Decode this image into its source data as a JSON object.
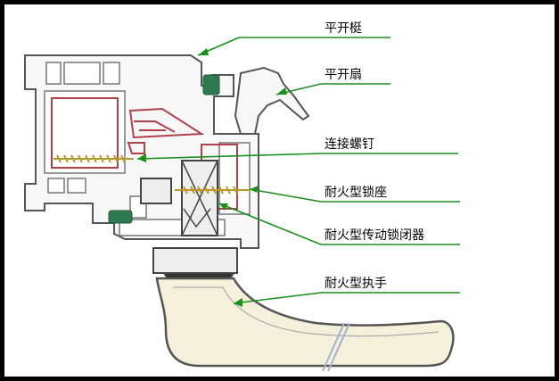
{
  "labels": {
    "casement_frame": "平开梃",
    "casement_sash": "平开扇",
    "connecting_screw": "连接螺钉",
    "fireproof_lock_seat": "耐火型锁座",
    "fireproof_transmission_lock": "耐火型传动锁闭器",
    "fireproof_handle": "耐火型执手"
  },
  "colors": {
    "leader_line": "#1a8f1a",
    "profile_outline": "#555555",
    "reinforcement": "#b0404a",
    "screw": "#b89a2a",
    "gasket": "#2f7a4f",
    "handle_fill": "#f4f0dc"
  }
}
